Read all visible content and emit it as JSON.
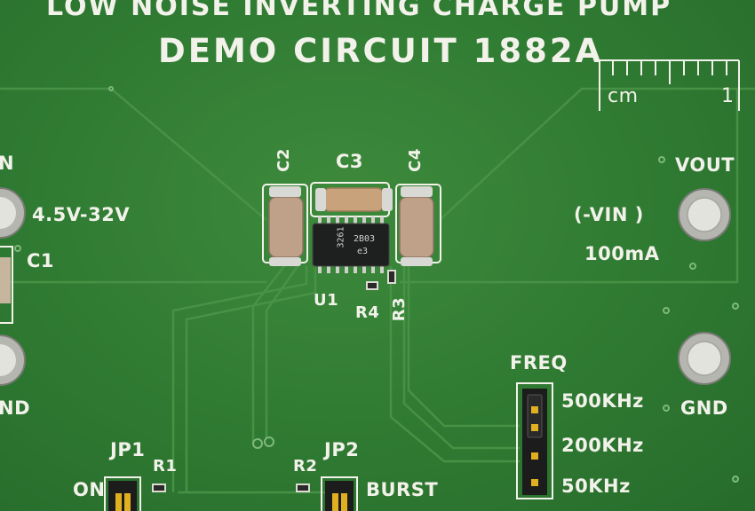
{
  "board": {
    "title_line1": "LOW NOISE INVERTING CHARGE PUMP",
    "title_line2": "DEMO CIRCUIT 1882A"
  },
  "ruler": {
    "unit": "cm",
    "end_mark": "1"
  },
  "input": {
    "vin_label_partial": "N",
    "range": "4.5V-32V",
    "gnd_label_partial": "ND"
  },
  "components": {
    "c1": "C1",
    "c2": "C2",
    "c3": "C3",
    "c4": "C4",
    "u1": "U1",
    "r1": "R1",
    "r2": "R2",
    "r3": "R3",
    "r4": "R4",
    "jp1": "JP1",
    "jp2": "JP2",
    "chip_line1": "3261",
    "chip_line2": "2B03",
    "chip_line3": "e3"
  },
  "output": {
    "vout": "VOUT",
    "vout_note": "(-VIN )",
    "current": "100mA",
    "gnd": "GND"
  },
  "freq": {
    "label": "FREQ",
    "options": [
      "500KHz",
      "200KHz",
      "50KHz"
    ]
  },
  "jumpers": {
    "jp1_label": "ON",
    "jp2_label": "BURST"
  }
}
